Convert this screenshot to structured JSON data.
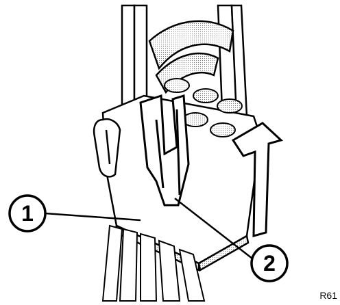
{
  "figure": {
    "reference": "R61",
    "callouts": [
      {
        "number": "1"
      },
      {
        "number": "2"
      }
    ]
  },
  "colors": {
    "ink": "#000000",
    "paper": "#ffffff",
    "shade": "#d8d8d8"
  }
}
